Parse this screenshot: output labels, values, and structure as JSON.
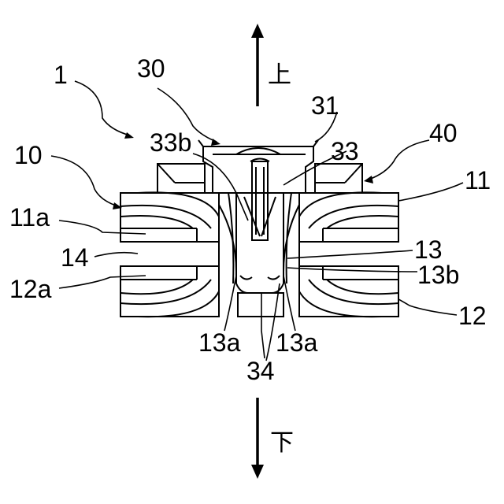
{
  "labels": {
    "n1": "1",
    "n30": "30",
    "n31": "31",
    "n33b": "33b",
    "n33": "33",
    "n40": "40",
    "n10": "10",
    "n11": "11",
    "n11a": "11a",
    "n14": "14",
    "n13": "13",
    "n13b": "13b",
    "n12a": "12a",
    "n12": "12",
    "n13a_left": "13a",
    "n13a_right": "13a",
    "n34": "34"
  },
  "directions": {
    "up": "上",
    "down": "下"
  }
}
